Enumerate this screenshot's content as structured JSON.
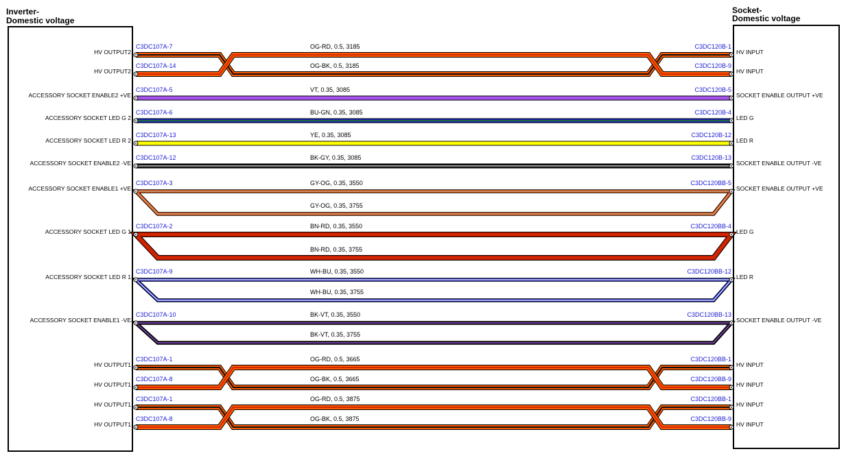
{
  "left_box": {
    "title_line1": "Inverter-",
    "title_line2": "Domestic voltage"
  },
  "right_box": {
    "title_line1": "Socket-",
    "title_line2": "Domestic voltage"
  },
  "colors": {
    "OG": "#ff5a00",
    "RD": "#d42a00",
    "BK": "#111111",
    "VT": "#a552ee",
    "BU": "#1a25c8",
    "GN": "#1e7a1e",
    "YE": "#ffff00",
    "GY": "#a8a8a8",
    "BN": "#c81e00",
    "WH": "#ffffff",
    "connector_text": "#1a1ad6"
  },
  "wires": [
    {
      "lpin": "HV OUTPUT2",
      "lconn": "C3DC107A-7",
      "spec": "OG-RD,  0.5,  3185",
      "rconn": "C3DC120B-1",
      "rpin": "HV INPUT",
      "base": "OG",
      "stripe": "BK",
      "cross": true
    },
    {
      "lpin": "HV OUTPUT2",
      "lconn": "C3DC107A-14",
      "spec": "OG-BK,  0.5,  3185",
      "rconn": "C3DC120B-9",
      "rpin": "HV INPUT",
      "base": "OG",
      "stripe": "RD",
      "cross": true
    },
    {
      "lpin": "ACCESSORY SOCKET ENABLE2 +VE",
      "lconn": "C3DC107A-5",
      "spec": "VT,  0.35,  3085",
      "rconn": "C3DC120B-5",
      "rpin": "SOCKET ENABLE OUTPUT +VE",
      "base": "VT",
      "stripe": "VT",
      "cross": false
    },
    {
      "lpin": "ACCESSORY SOCKET LED G 2",
      "lconn": "C3DC107A-6",
      "spec": "BU-GN,  0.35,  3085",
      "rconn": "C3DC120B-4",
      "rpin": "LED G",
      "base": "BU",
      "stripe": "GN",
      "cross": false
    },
    {
      "lpin": "ACCESSORY SOCKET LED R 2",
      "lconn": "C3DC107A-13",
      "spec": "YE,  0.35,  3085",
      "rconn": "C3DC120B-12",
      "rpin": "LED R",
      "base": "YE",
      "stripe": "YE",
      "cross": false
    },
    {
      "lpin": "ACCESSORY SOCKET ENABLE2 -VE",
      "lconn": "C3DC107A-12",
      "spec": "BK-GY,  0.35,  3085",
      "rconn": "C3DC120B-13",
      "rpin": "SOCKET ENABLE OUTPUT -VE",
      "base": "BK",
      "stripe": "GY",
      "cross": false
    },
    {
      "lpin": "ACCESSORY SOCKET ENABLE1 +VE",
      "lconn": "C3DC107A-3",
      "spec": "GY-OG,  0.35,  3550",
      "spec2": "GY-OG,  0.35,  3755",
      "rconn": "C3DC120BB-5",
      "rpin": "SOCKET ENABLE OUTPUT +VE",
      "base": "OG",
      "stripe": "GY",
      "loop": true
    },
    {
      "lpin": "ACCESSORY SOCKET LED G 1",
      "lconn": "C3DC107A-2",
      "spec": "BN-RD,  0.35,  3550",
      "spec2": "BN-RD,  0.35,  3755",
      "rconn": "C3DC120BB-4",
      "rpin": "LED G",
      "base": "BN",
      "stripe": "RD",
      "loop": true
    },
    {
      "lpin": "ACCESSORY SOCKET LED R 1",
      "lconn": "C3DC107A-9",
      "spec": "WH-BU,  0.35,  3550",
      "spec2": "WH-BU,  0.35,  3755",
      "rconn": "C3DC120BB-12",
      "rpin": "LED R",
      "base": "BU",
      "stripe": "WH",
      "loop": true
    },
    {
      "lpin": "ACCESSORY SOCKET ENABLE1 -VE",
      "lconn": "C3DC107A-10",
      "spec": "BK-VT,  0.35,  3550",
      "spec2": "BK-VT,  0.35,  3755",
      "rconn": "C3DC120BB-13",
      "rpin": "SOCKET ENABLE OUTPUT -VE",
      "base": "BK",
      "stripe": "VT",
      "loop": true
    },
    {
      "lpin": "HV OUTPUT1",
      "lconn": "C3DC107A-1",
      "spec": "OG-RD,  0.5,  3665",
      "rconn": "C3DC120BB-1",
      "rpin": "HV INPUT",
      "base": "OG",
      "stripe": "BK",
      "cross": true
    },
    {
      "lpin": "HV OUTPUT1",
      "lconn": "C3DC107A-8",
      "spec": "OG-BK,  0.5,  3665",
      "rconn": "C3DC120BB-9",
      "rpin": "HV INPUT",
      "base": "OG",
      "stripe": "RD",
      "cross": true
    },
    {
      "lpin": "HV OUTPUT1",
      "lconn": "C3DC107A-1",
      "spec": "OG-RD,  0.5,  3875",
      "rconn": "C3DC120BB-1",
      "rpin": "HV INPUT",
      "base": "OG",
      "stripe": "BK",
      "cross": true
    },
    {
      "lpin": "HV OUTPUT1",
      "lconn": "C3DC107A-8",
      "spec": "OG-BK,  0.5,  3875",
      "rconn": "C3DC120BB-9",
      "rpin": "HV INPUT",
      "base": "OG",
      "stripe": "RD",
      "cross": true
    }
  ]
}
